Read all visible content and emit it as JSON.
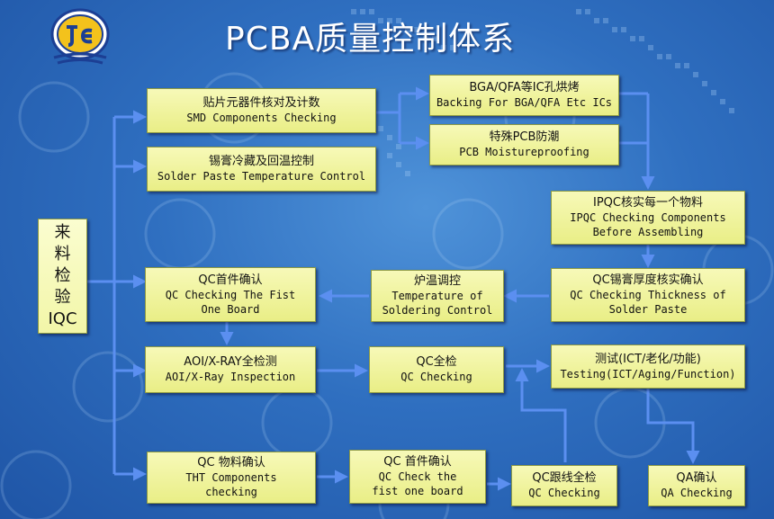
{
  "title": "PCBA质量控制体系",
  "logo_icon": "company-logo-icon",
  "colors": {
    "background": "#2f6fc0",
    "box_fill": "#eef29a",
    "arrow": "#4d7fe0",
    "title_text": "#ffffff"
  },
  "nodes": {
    "iqc": {
      "zh": "来\n料\n检\n验\nIQC"
    },
    "smd": {
      "zh": "贴片元器件核对及计数",
      "en": "SMD Components Checking"
    },
    "solder_paste": {
      "zh": "锡膏冷藏及回温控制",
      "en": "Solder Paste Temperature Control"
    },
    "bga": {
      "zh": "BGA/QFA等IC孔烘烤",
      "en": "Backing For BGA/QFA Etc ICs"
    },
    "pcb_moist": {
      "zh": "特殊PCB防潮",
      "en": "PCB Moistureproofing"
    },
    "ipqc": {
      "zh": "IPQC核实每一个物料",
      "en": "IPQC Checking Components\nBefore Assembling"
    },
    "qc_thickness": {
      "zh": "QC锡膏厚度核实确认",
      "en": "QC Checking Thickness of\nSolder Paste"
    },
    "reflow": {
      "zh": "炉温调控",
      "en": "Temperature of\nSoldering Control"
    },
    "qc_first": {
      "zh": "QC首件确认",
      "en": "QC Checking The Fist\nOne Board"
    },
    "aoi": {
      "zh": "AOI/X-RAY全检测",
      "en": "AOI/X-Ray Inspection"
    },
    "qc_full": {
      "zh": "QC全检",
      "en": "QC Checking"
    },
    "testing": {
      "zh": "测试(ICT/老化/功能)",
      "en": "Testing(ICT/Aging/Function)"
    },
    "tht": {
      "zh": "QC 物料确认",
      "en": "THT Components\nchecking"
    },
    "qc_first2": {
      "zh": "QC 首件确认",
      "en": "QC Check the\nfist one board"
    },
    "qc_follow": {
      "zh": "QC跟线全检",
      "en": "QC Checking"
    },
    "qa": {
      "zh": "QA确认",
      "en": "QA Checking"
    }
  }
}
